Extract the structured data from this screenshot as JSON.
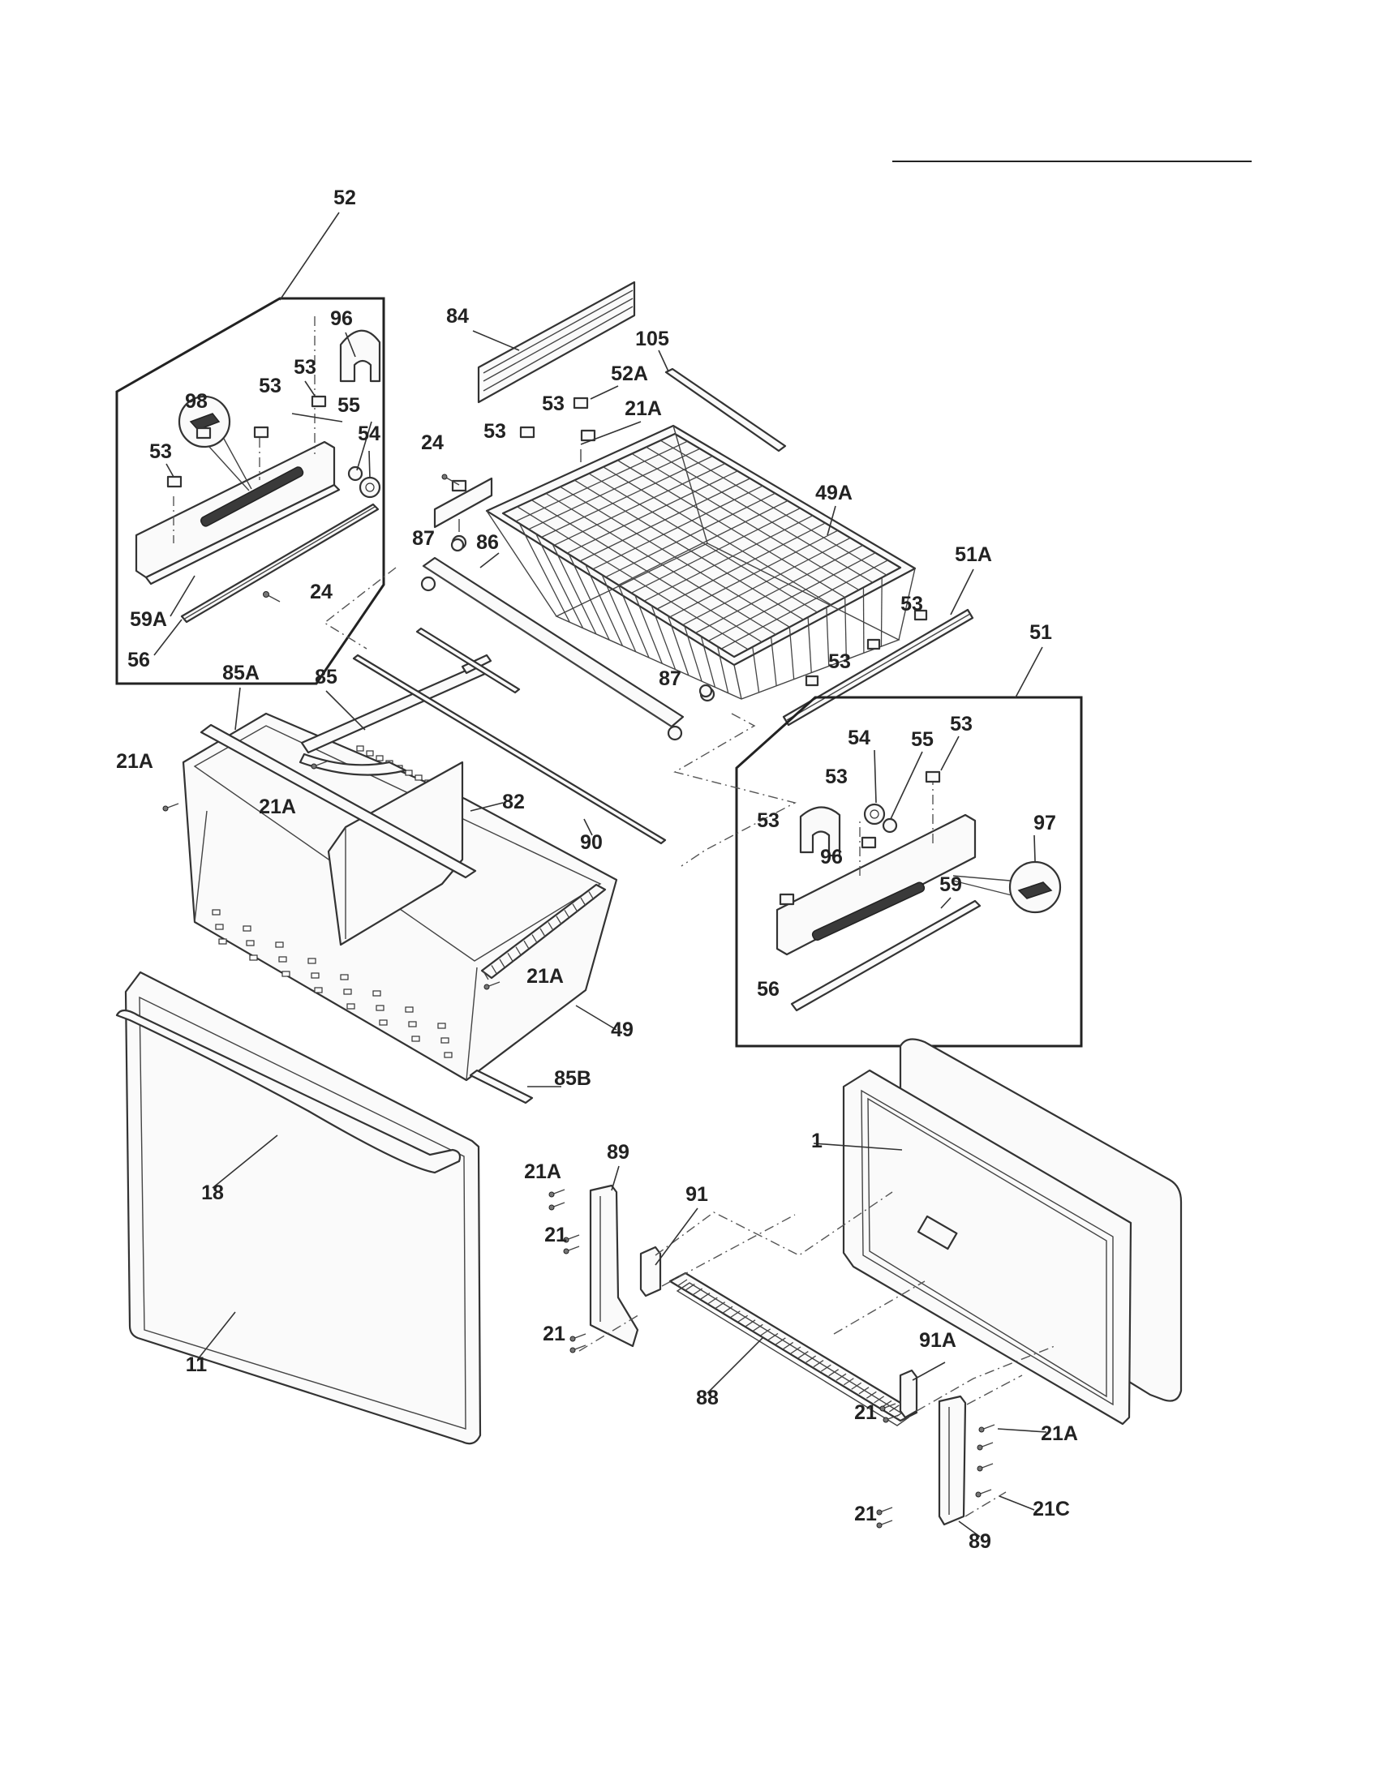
{
  "header_rule": true,
  "labels": [
    {
      "id": "52",
      "text": "52"
    },
    {
      "id": "96-left",
      "text": "96"
    },
    {
      "id": "53-a",
      "text": "53"
    },
    {
      "id": "98",
      "text": "98"
    },
    {
      "id": "53-b",
      "text": "53"
    },
    {
      "id": "55-left",
      "text": "55"
    },
    {
      "id": "54-left",
      "text": "54"
    },
    {
      "id": "53-c",
      "text": "53"
    },
    {
      "id": "59A",
      "text": "59A"
    },
    {
      "id": "24-lower",
      "text": "24"
    },
    {
      "id": "56-left",
      "text": "56"
    },
    {
      "id": "84",
      "text": "84"
    },
    {
      "id": "105",
      "text": "105"
    },
    {
      "id": "52A",
      "text": "52A"
    },
    {
      "id": "53-d",
      "text": "53"
    },
    {
      "id": "21A-top",
      "text": "21A"
    },
    {
      "id": "24-upper",
      "text": "24"
    },
    {
      "id": "53-e",
      "text": "53"
    },
    {
      "id": "49A",
      "text": "49A"
    },
    {
      "id": "87-a",
      "text": "87"
    },
    {
      "id": "86",
      "text": "86"
    },
    {
      "id": "51A",
      "text": "51A"
    },
    {
      "id": "53-f",
      "text": "53"
    },
    {
      "id": "53-g",
      "text": "53"
    },
    {
      "id": "87-b",
      "text": "87"
    },
    {
      "id": "51",
      "text": "51"
    },
    {
      "id": "85A",
      "text": "85A"
    },
    {
      "id": "85",
      "text": "85"
    },
    {
      "id": "21A-left",
      "text": "21A"
    },
    {
      "id": "21A-mid",
      "text": "21A"
    },
    {
      "id": "82",
      "text": "82"
    },
    {
      "id": "90",
      "text": "90"
    },
    {
      "id": "53-h",
      "text": "53"
    },
    {
      "id": "54-right",
      "text": "54"
    },
    {
      "id": "55-right",
      "text": "55"
    },
    {
      "id": "53-i",
      "text": "53"
    },
    {
      "id": "53-j",
      "text": "53"
    },
    {
      "id": "96-right",
      "text": "96"
    },
    {
      "id": "97",
      "text": "97"
    },
    {
      "id": "59",
      "text": "59"
    },
    {
      "id": "56-right",
      "text": "56"
    },
    {
      "id": "21A-basket",
      "text": "21A"
    },
    {
      "id": "49",
      "text": "49"
    },
    {
      "id": "85B",
      "text": "85B"
    },
    {
      "id": "1",
      "text": "1"
    },
    {
      "id": "89-top",
      "text": "89"
    },
    {
      "id": "21A-bracket",
      "text": "21A"
    },
    {
      "id": "91",
      "text": "91"
    },
    {
      "id": "21-a",
      "text": "21"
    },
    {
      "id": "18",
      "text": "18"
    },
    {
      "id": "21-b",
      "text": "21"
    },
    {
      "id": "11",
      "text": "11"
    },
    {
      "id": "88",
      "text": "88"
    },
    {
      "id": "91A",
      "text": "91A"
    },
    {
      "id": "21-c",
      "text": "21"
    },
    {
      "id": "21A-right",
      "text": "21A"
    },
    {
      "id": "21C",
      "text": "21C"
    },
    {
      "id": "21-d",
      "text": "21"
    },
    {
      "id": "89-bottom",
      "text": "89"
    }
  ]
}
